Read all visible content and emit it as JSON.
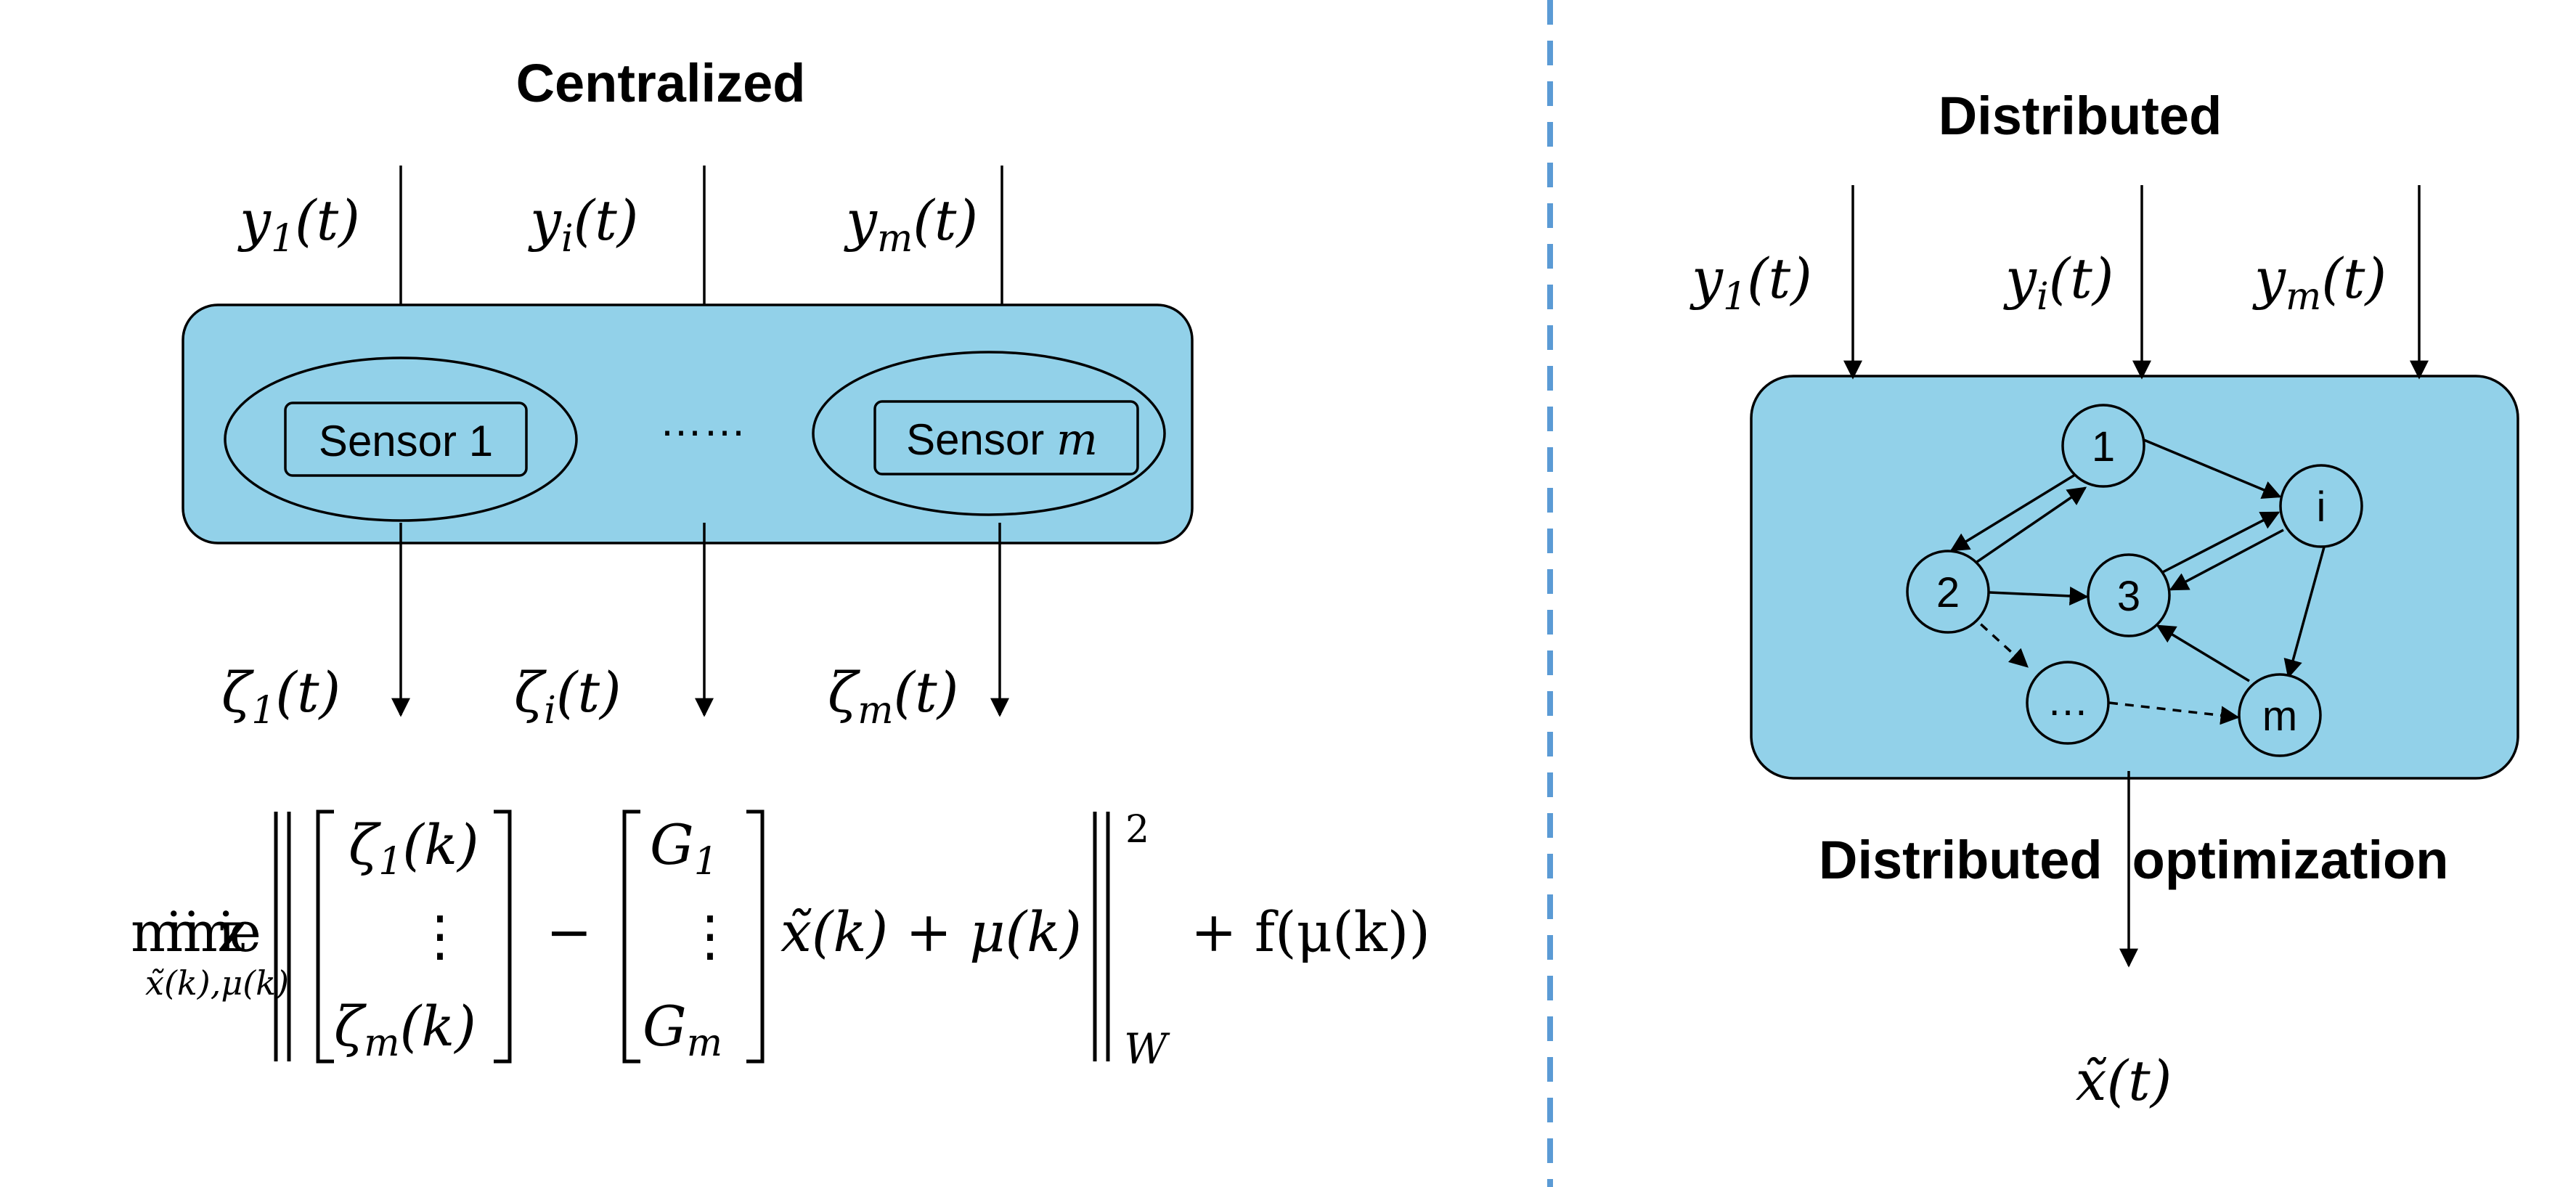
{
  "centralized": {
    "title": "Centralized",
    "inputs": [
      {
        "base": "y",
        "sub": "1",
        "arg": "(t)"
      },
      {
        "base": "y",
        "sub": "i",
        "arg": "(t)"
      },
      {
        "base": "y",
        "sub": "m",
        "arg": "(t)"
      }
    ],
    "sensor_1_label": "Sensor 1",
    "sensor_m_label": "Sensor",
    "sensor_m_var": "m",
    "ellipsis": "……",
    "outputs": [
      {
        "base": "ζ",
        "sub": "1",
        "arg": "(t)"
      },
      {
        "base": "ζ",
        "sub": "i",
        "arg": "(t)"
      },
      {
        "base": "ζ",
        "sub": "m",
        "arg": "(t)"
      }
    ],
    "formula": {
      "minimize": "minimize",
      "minimize_sub": "x̃(k),μ(k)",
      "zeta_top": "ζ",
      "zeta_top_sub": "1",
      "zeta_top_arg": "(k)",
      "vdots": "⋮",
      "zeta_bottom": "ζ",
      "zeta_bottom_sub": "m",
      "zeta_bottom_arg": "(k)",
      "minus": "−",
      "g_top": "G",
      "g_top_sub": "1",
      "g_bottom": "G",
      "g_bottom_sub": "m",
      "middle_term": "x̃(k) + μ(k)",
      "power": "2",
      "norm_sub": "W",
      "tail": "+ f(μ(k))"
    }
  },
  "distributed": {
    "title": "Distributed",
    "inputs": [
      {
        "base": "y",
        "sub": "1",
        "arg": "(t)"
      },
      {
        "base": "y",
        "sub": "i",
        "arg": "(t)"
      },
      {
        "base": "y",
        "sub": "m",
        "arg": "(t)"
      }
    ],
    "nodes": [
      "1",
      "i",
      "2",
      "3",
      "…",
      "m"
    ],
    "optimization_label": "Distributed  optimization",
    "output": "x̃(t)"
  },
  "colors": {
    "box_fill": "#92d1e9",
    "divider": "#5b9bd5"
  }
}
